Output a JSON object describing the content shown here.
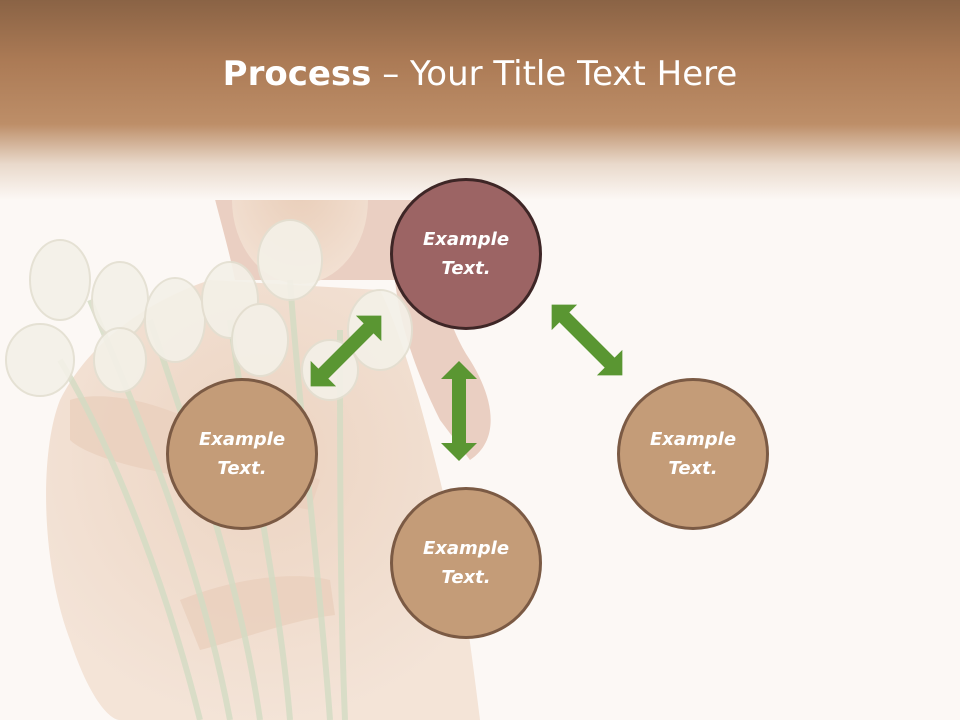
{
  "slide": {
    "title_bold": "Process",
    "title_dash": " – ",
    "title_rest": "Your Title Text Here"
  },
  "diagram": {
    "nodes": [
      {
        "id": "top",
        "text": "Example Text."
      },
      {
        "id": "left",
        "text": "Example Text."
      },
      {
        "id": "bottom",
        "text": "Example Text."
      },
      {
        "id": "right",
        "text": "Example Text."
      }
    ],
    "connections": [
      {
        "from": "top",
        "to": "left",
        "bidirectional": true
      },
      {
        "from": "top",
        "to": "bottom",
        "bidirectional": true
      },
      {
        "from": "top",
        "to": "right",
        "bidirectional": true
      }
    ]
  },
  "colors": {
    "header": "#ab7a55",
    "main_node": "#9c6464",
    "sub_node": "#c49c78",
    "arrow": "#5a9632",
    "background": "#fcf8f5"
  },
  "icons": {
    "background_image": "woman-with-tulips-photo",
    "connector": "double-headed-arrow-icon"
  }
}
